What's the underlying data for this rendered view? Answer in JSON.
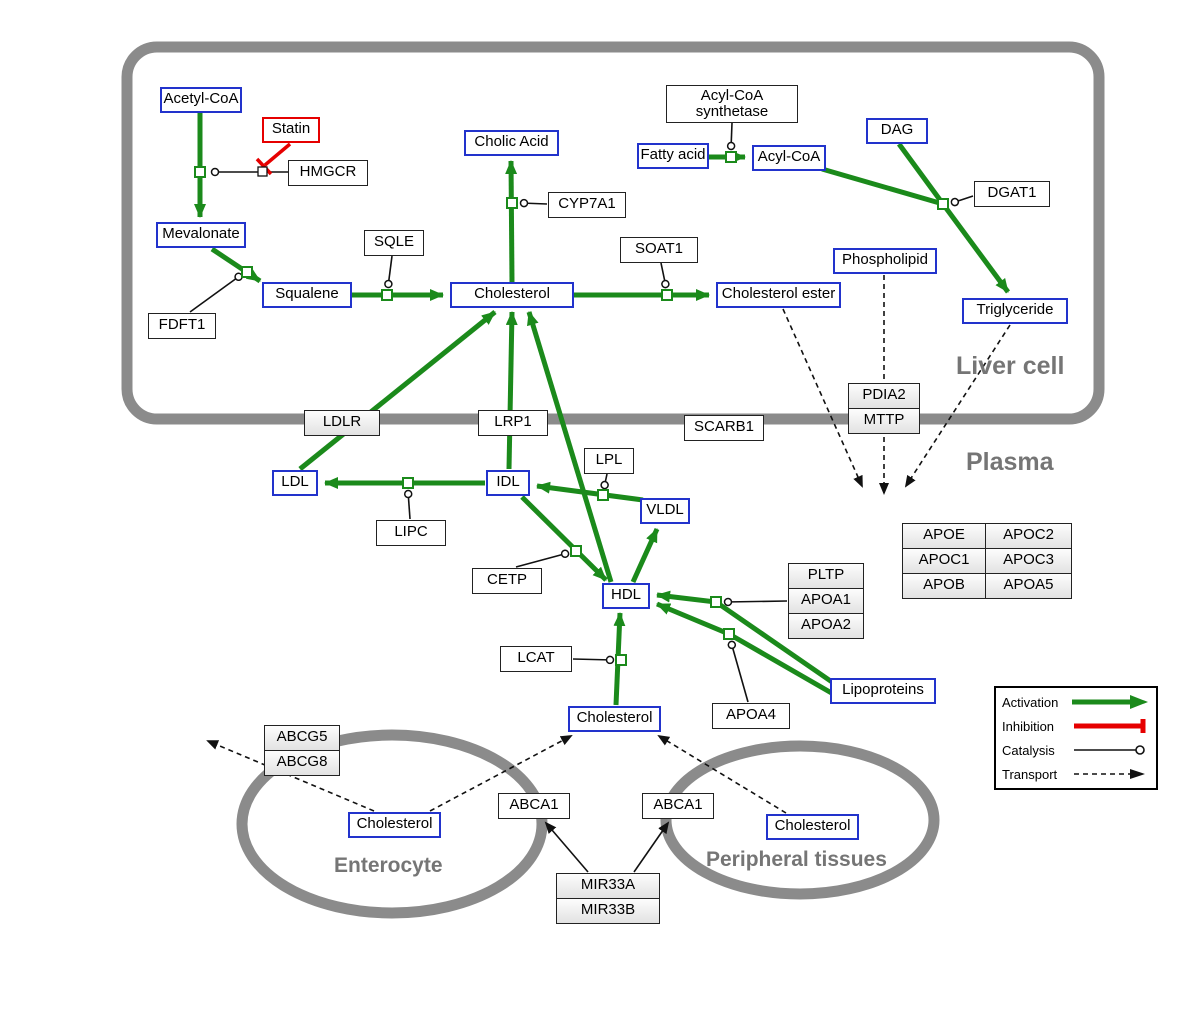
{
  "compartments": {
    "liver": "Liver cell",
    "plasma": "Plasma",
    "enterocyte": "Enterocyte",
    "peripheral": "Peripheral tissues"
  },
  "metabolites": {
    "acetyl_coa": "Acetyl-CoA",
    "mevalonate": "Mevalonate",
    "squalene": "Squalene",
    "cholesterol_liver": "Cholesterol",
    "cholic_acid": "Cholic Acid",
    "fatty_acid": "Fatty acid",
    "acyl_coa": "Acyl-CoA",
    "dag": "DAG",
    "phospholipid": "Phospholipid",
    "cholesterol_ester": "Cholesterol ester",
    "triglyceride": "Triglyceride",
    "ldl": "LDL",
    "idl": "IDL",
    "vldl": "VLDL",
    "hdl": "HDL",
    "cholesterol_plasma": "Cholesterol",
    "cholesterol_enterocyte": "Cholesterol",
    "cholesterol_peripheral": "Cholesterol",
    "lipoproteins": "Lipoproteins"
  },
  "drugs": {
    "statin": "Statin"
  },
  "enzymes": {
    "hmgcr": "HMGCR",
    "sqle": "SQLE",
    "fdft1": "FDFT1",
    "cyp7a1": "CYP7A1",
    "soat1": "SOAT1",
    "acyl_coa_synthetase_1": "Acyl-CoA",
    "acyl_coa_synthetase_2": "synthetase",
    "dgat1": "DGAT1",
    "pdia2": "PDIA2",
    "mttp": "MTTP",
    "ldlr": "LDLR",
    "lrp1": "LRP1",
    "scarb1": "SCARB1",
    "lpl": "LPL",
    "lipc": "LIPC",
    "cetp": "CETP",
    "lcat": "LCAT",
    "pltp": "PLTP",
    "apoa1": "APOA1",
    "apoa2": "APOA2",
    "apoa4": "APOA4",
    "apoe": "APOE",
    "apoc2": "APOC2",
    "apoc1": "APOC1",
    "apoc3": "APOC3",
    "apob": "APOB",
    "apoa5": "APOA5",
    "abcg5": "ABCG5",
    "abcg8": "ABCG8",
    "abca1_enterocyte": "ABCA1",
    "abca1_peripheral": "ABCA1",
    "mir33a": "MIR33A",
    "mir33b": "MIR33B"
  },
  "legend": {
    "activation": "Activation",
    "inhibition": "Inhibition",
    "catalysis": "Catalysis",
    "transport": "Transport"
  },
  "colors": {
    "activation_green": "#1b8a1b",
    "inhibition_red": "#e60000",
    "metabolite_border_blue": "#2233cc",
    "membrane_gray": "#8b8b8b"
  }
}
